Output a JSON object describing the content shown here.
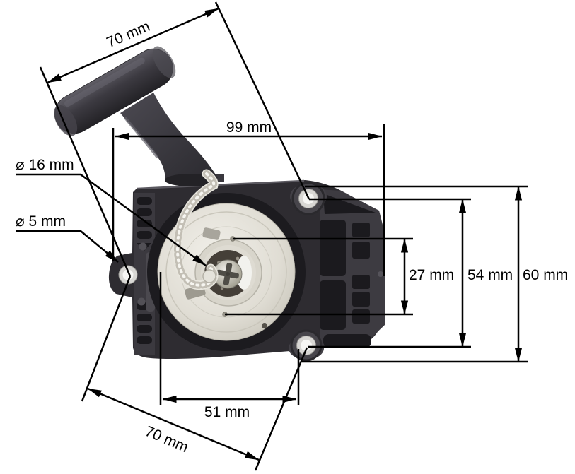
{
  "scene": {
    "type": "product-photo-with-dimension-annotations",
    "subject": "Recoil pull starter assembly",
    "background": "#ffffff",
    "annotation_color": "#000000"
  },
  "dimensions": {
    "top_diagonal": {
      "name": "handle-to-top-hole-distance",
      "label": "70 mm"
    },
    "overall_width": {
      "name": "overall-width",
      "label": "99 mm"
    },
    "center_bore": {
      "name": "center-bore-diameter",
      "label": "⌀ 16 mm"
    },
    "mount_hole": {
      "name": "mounting-hole-diameter",
      "label": "⌀ 5 mm"
    },
    "hub_inner": {
      "name": "pulley-hub-inner-diameter",
      "label": "27 mm"
    },
    "right_holes": {
      "name": "right-holes-spacing",
      "label": "54 mm"
    },
    "housing_height": {
      "name": "housing-height",
      "label": "60 mm"
    },
    "bottom_width": {
      "name": "pulley-to-hole-width",
      "label": "51 mm"
    },
    "bottom_diagonal": {
      "name": "hole-to-hole-distance",
      "label": "70 mm"
    }
  },
  "part_colors": {
    "housing": "#2e2c31",
    "handle": "#3b3940",
    "pulley": "#e2dfd6",
    "rope": "#eae8e0",
    "eyelet": "#f7f7f5"
  }
}
